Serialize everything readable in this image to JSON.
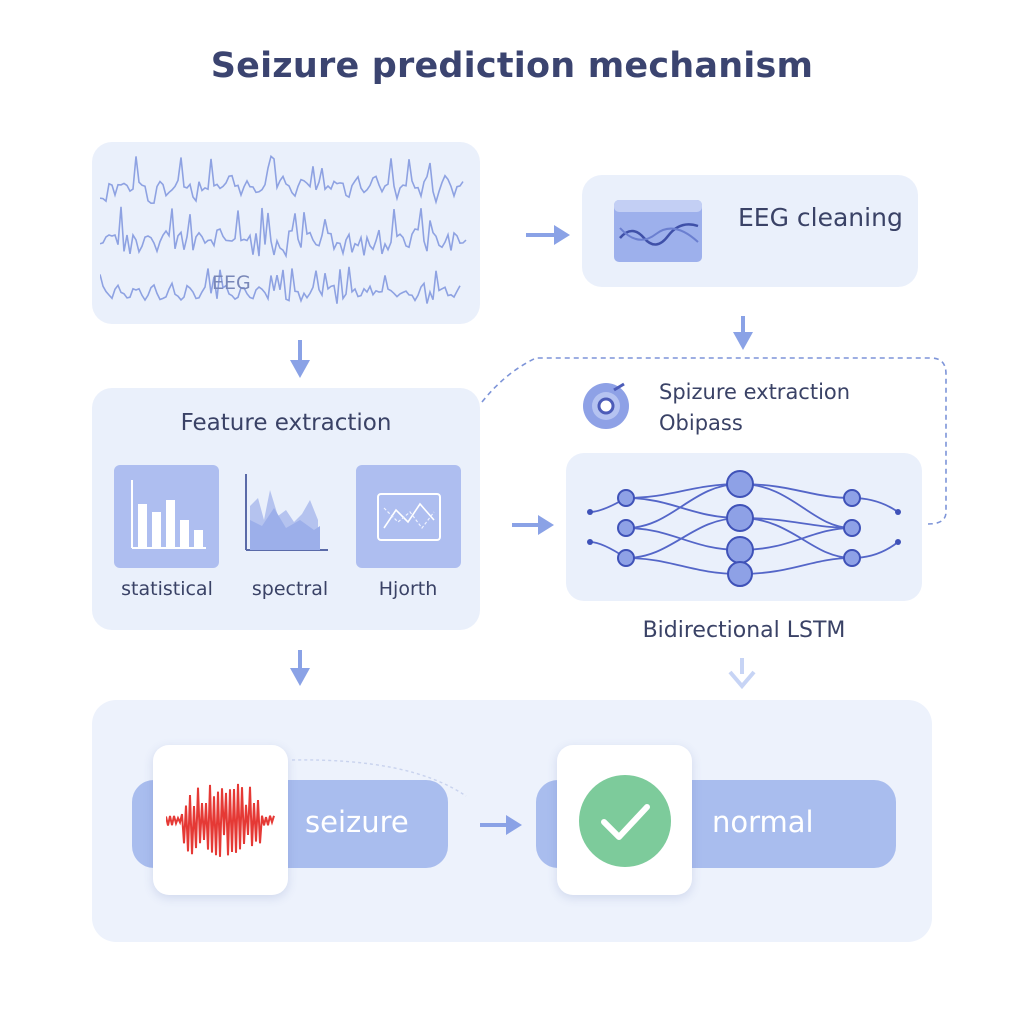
{
  "title": "Seizure prediction mechanism",
  "eeg": {
    "label": "EEG"
  },
  "cleaning": {
    "label": "EEG cleaning"
  },
  "features": {
    "title": "Feature extraction",
    "items": [
      {
        "label": "statistical",
        "icon": "bar-chart-icon"
      },
      {
        "label": "spectral",
        "icon": "spectrum-chart-icon"
      },
      {
        "label": "Hjorth",
        "icon": "hjorth-icon"
      }
    ]
  },
  "spizure": {
    "label": "Spizure extraction Obipass"
  },
  "lstm": {
    "label": "Bidirectional LSTM"
  },
  "outputs": {
    "seizure": "seizure",
    "normal": "normal"
  },
  "colors": {
    "card": "#eaf0fb",
    "accent": "#8aa2e6",
    "tile": "#aebef0",
    "network": "#5466c8",
    "seizure_wave": "#e53935",
    "check": "#7dcb9b"
  }
}
